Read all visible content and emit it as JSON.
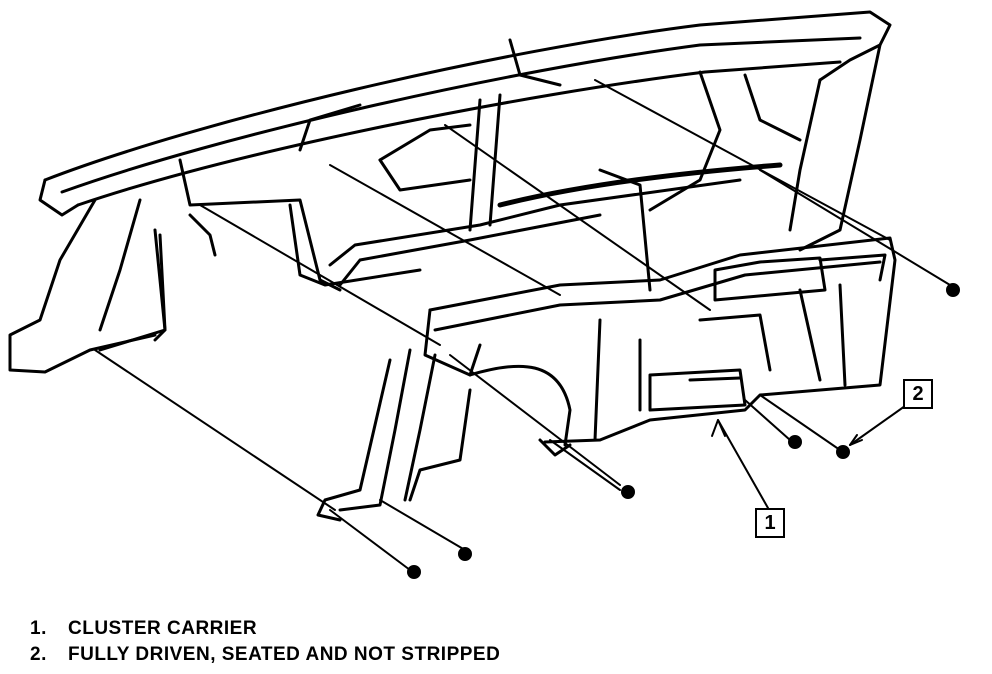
{
  "callouts": [
    {
      "number": "1",
      "target": "cluster-carrier"
    },
    {
      "number": "2",
      "target": "carrier-screw"
    }
  ],
  "legend": [
    {
      "num": "1.",
      "text": "CLUSTER  CARRIER"
    },
    {
      "num": "2.",
      "text": "FULLY  DRIVEN, SEATED AND NOT  STRIPPED"
    }
  ]
}
